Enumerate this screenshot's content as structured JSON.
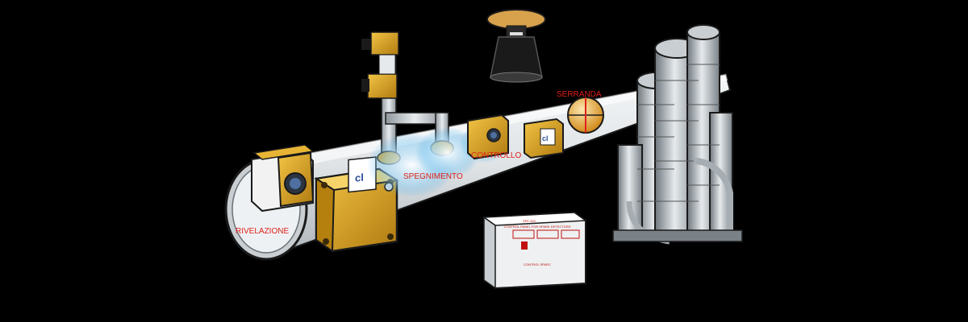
{
  "labels": {
    "detection": "RIVELAZIONE",
    "extinguishing": "SPEGNIMENTO",
    "control": "CONTROLLO",
    "damper": "SERRANDA"
  },
  "panel": {
    "model": "SFE-300",
    "subtitle": "CONTROL PANEL FOR SPARK DETECTORS",
    "brand": "CONTROL SPARC"
  },
  "colors": {
    "duct": "#d9dde0",
    "box": "#e0a520",
    "label": "#e0201a",
    "steel": "#b8bec4",
    "background": "#000000"
  },
  "icons": {
    "detector": "spark-detector-icon",
    "nozzle": "extinguishing-nozzle-icon",
    "siren": "alarm-siren-icon",
    "damper": "damper-valve-icon",
    "silo": "filter-silo-icon"
  }
}
